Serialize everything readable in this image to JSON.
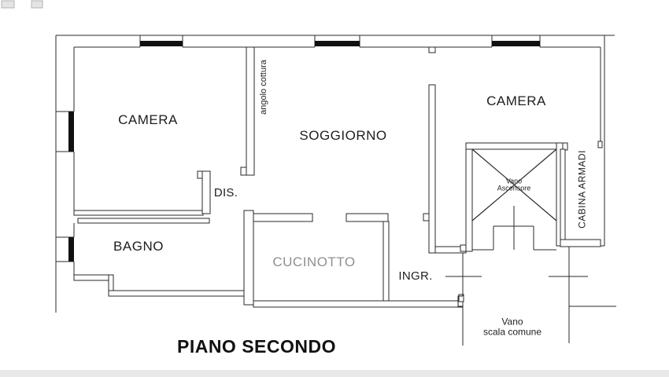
{
  "title": "PIANO SECONDO",
  "rooms": {
    "camera_left": "CAMERA",
    "soggiorno": "SOGGIORNO",
    "camera_right": "CAMERA",
    "dis": "DIS.",
    "bagno": "BAGNO",
    "cucinotto": "CUCINOTTO",
    "ingresso": "INGR.",
    "angolo_cottura": "angolo cottura",
    "cabina_armadi": "CABINA ARMADI",
    "vano_ascensore": {
      "line1": "Vano",
      "line2": "Ascensore"
    },
    "vano_scala": {
      "line1": "Vano",
      "line2": "scala comune"
    }
  },
  "colors": {
    "wall_line": "#2a2a2a",
    "window_bar": "#111111",
    "text": "#1e1e1e",
    "muted_text": "#8f8f8f",
    "background": "#ffffff",
    "bottom_band": "#e9e9e9"
  }
}
